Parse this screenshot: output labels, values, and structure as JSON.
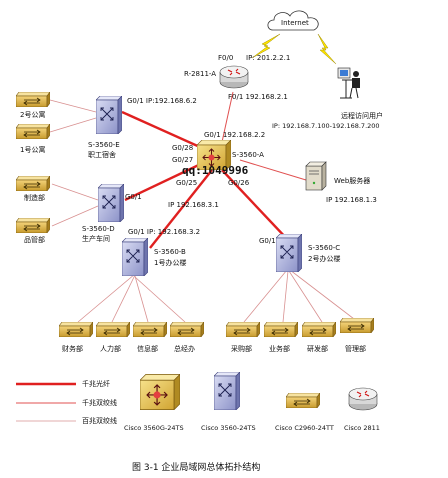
{
  "caption": "图 3-1 企业局域网总体拓扑结构",
  "cloud": {
    "label": "Internet"
  },
  "router": {
    "name": "R-2811-A",
    "f00_label": "F0/0",
    "f00_ip": "IP: 201.2.2.1",
    "f01_label": "F0/1 192.168.2.1"
  },
  "remote": {
    "label": "远程访问用户",
    "ip": "IP: 192.168.7.100-192.168.7.200"
  },
  "core": {
    "name": "S-3560-A",
    "g01": "G0/1 192.168.2.2",
    "g028": "G0/28",
    "g027": "G0/27",
    "g025": "G0/25",
    "g026": "G0/26",
    "watermark": "qq:1049996"
  },
  "server": {
    "label": "Web服务器",
    "ip": "IP 192.168.1.3"
  },
  "switch_e": {
    "name": "S-3560-E",
    "sub": "职工宿舍",
    "g01": "G0/1  IP:192.168.6.2"
  },
  "switch_d": {
    "name": "S-3560-D",
    "sub": "生产车间",
    "g01": "G0/1"
  },
  "switch_b": {
    "name": "S-3560-B",
    "sub": "1号办公楼",
    "g01": "G0/1  IP: 192.168.3.2",
    "uplink_ip": "IP 192.168.3.1"
  },
  "switch_c": {
    "name": "S-3560-C",
    "sub": "2号办公楼",
    "g01": "G0/1"
  },
  "e_hubs": [
    "2号公寓",
    "1号公寓"
  ],
  "d_hubs": [
    "制造部",
    "品管部"
  ],
  "b_hubs": [
    "财务部",
    "人力部",
    "信息部",
    "总经办"
  ],
  "c_hubs": [
    "采购部",
    "业务部",
    "研发部",
    "管理部"
  ],
  "legend": [
    {
      "label": "千兆光纤",
      "color": "#e02020",
      "width": 2.4
    },
    {
      "label": "千兆双绞线",
      "color": "#e05050",
      "width": 1
    },
    {
      "label": "百兆双绞线",
      "color": "#d89090",
      "width": 0.8
    }
  ],
  "devices": [
    {
      "label": "Cisco 3560G-24TS"
    },
    {
      "label": "Cisco 3560-24TS"
    },
    {
      "label": "Cisco C2960-24TT"
    },
    {
      "label": "Cisco 2811"
    }
  ]
}
